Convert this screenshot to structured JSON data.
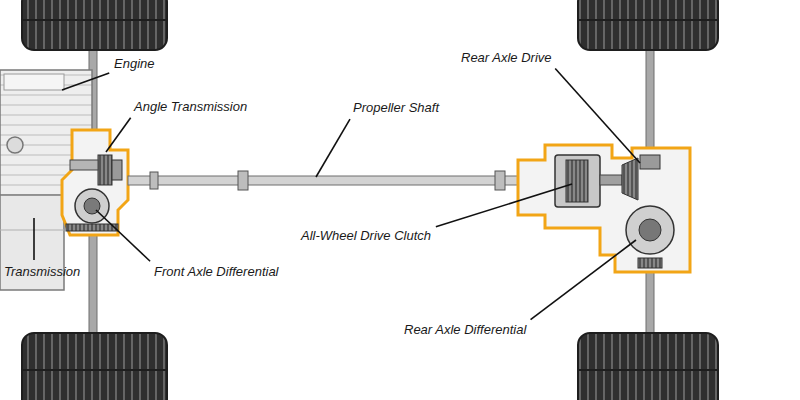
{
  "diagram": {
    "labels": [
      "Engine",
      "Rear Axle Drive",
      "Angle Transmission",
      "Propeller Shaft",
      "All-Wheel Drive Clutch",
      "Transmission",
      "Front Axle Differential",
      "Rear Axle Differential"
    ]
  }
}
